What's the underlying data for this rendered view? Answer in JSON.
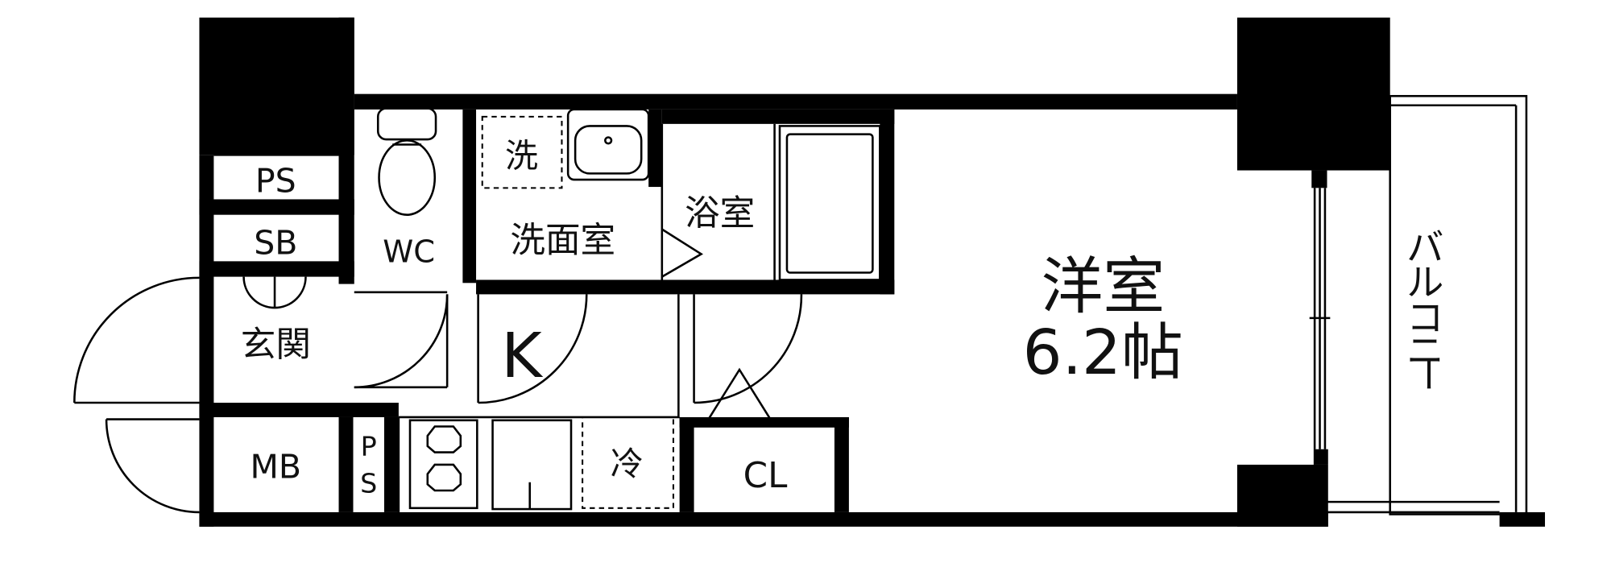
{
  "rooms": {
    "ps_upper": "PS",
    "sb": "SB",
    "genkan": "玄関",
    "mb": "MB",
    "ps_lower_1": "P",
    "ps_lower_2": "S",
    "wc": "WC",
    "wash_mark": "洗",
    "senmenshitsu": "洗面室",
    "yokushitsu": "浴室",
    "kitchen": "K",
    "fridge": "冷",
    "closet": "CL",
    "youshitsu": "洋室",
    "youshitsu_size": "6.2帖",
    "balcony": [
      "バ",
      "ル",
      "コ",
      "ニ",
      "ー"
    ]
  }
}
